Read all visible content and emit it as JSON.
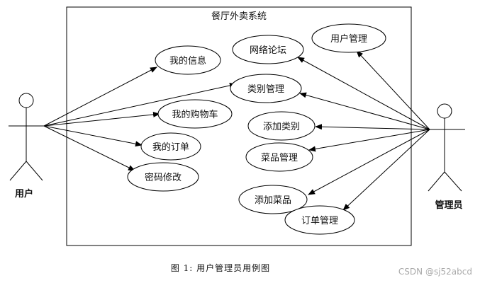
{
  "system": {
    "title": "餐厅外卖系统"
  },
  "actors": {
    "user": "用户",
    "admin": "管理员"
  },
  "use_cases": {
    "my_info": "我的信息",
    "forum": "网络论坛",
    "user_mgmt": "用户管理",
    "category_mgmt": "类别管理",
    "my_cart": "我的购物车",
    "add_category": "添加类别",
    "my_orders": "我的订单",
    "dish_mgmt": "菜品管理",
    "password_change": "密码修改",
    "add_dish": "添加菜品",
    "order_mgmt": "订单管理"
  },
  "caption": "图 1: 用户管理员用例图",
  "watermark": "CSDN @sj52abcd",
  "colors": {
    "line": "#000000",
    "background": "#ffffff"
  }
}
